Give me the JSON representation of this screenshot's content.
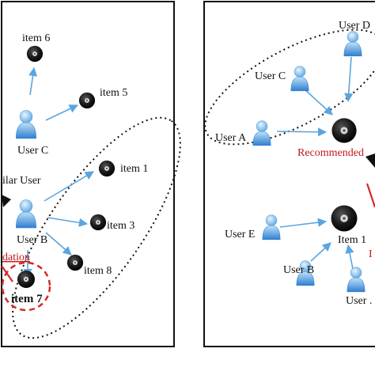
{
  "colors": {
    "arrow": "#5aa5e0",
    "red": "#d42a27",
    "frame": "#111111",
    "user_light": "#9fd0f3",
    "user_dark": "#2f7fd0",
    "disc": "#1a1a1a"
  },
  "left_panel": {
    "items": {
      "item6": "item 6",
      "item5": "item 5",
      "item1": "item 1",
      "item3": "item 3",
      "item8": "item 8",
      "item7": "item 7"
    },
    "users": {
      "userC": "User C",
      "userB": "User B"
    },
    "similar_user": "ilar User",
    "recommendation": "dation"
  },
  "right_panel": {
    "users": {
      "userD": "User D",
      "userC": "User C",
      "userA": "User A",
      "userE": "User E",
      "userB": "User B",
      "userLast": "User ."
    },
    "item1": "Item 1",
    "recommended": "Recommended",
    "red_fragment": "I"
  }
}
